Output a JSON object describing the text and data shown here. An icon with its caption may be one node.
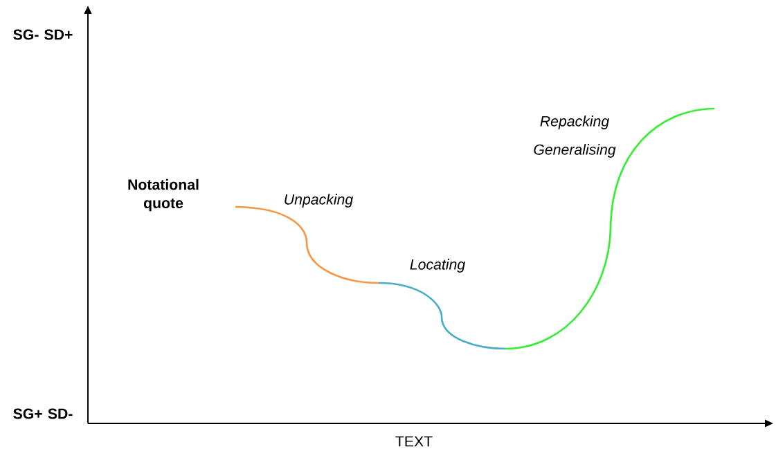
{
  "diagram": {
    "labels": [
      "SG- SD+",
      "Notational quote",
      "Unpacking",
      "Locating",
      "Repacking",
      "Generalising",
      "SG+ SD-",
      "TEXT"
    ]
  }
}
